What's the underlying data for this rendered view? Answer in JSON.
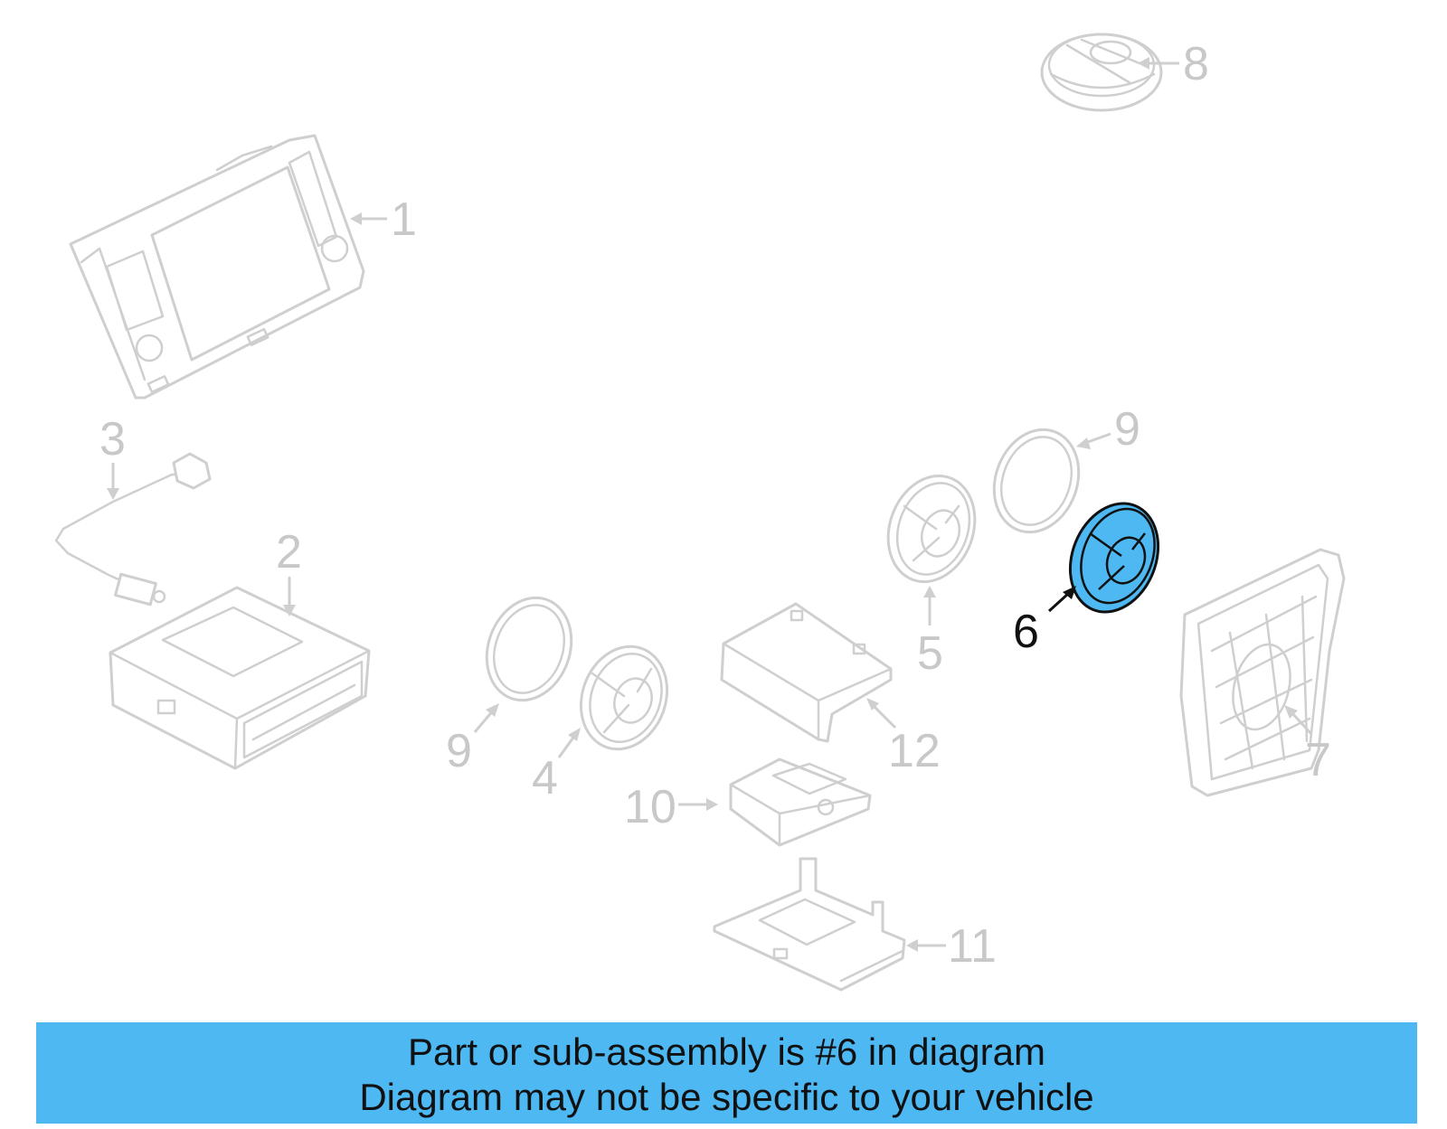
{
  "diagram": {
    "highlight_color": "#4db8f2",
    "muted_color": "#cfcfcf",
    "callouts": {
      "c1": "1",
      "c2": "2",
      "c3": "3",
      "c4": "4",
      "c5": "5",
      "c6": "6",
      "c7": "7",
      "c8": "8",
      "c9a": "9",
      "c9b": "9",
      "c10": "10",
      "c11": "11",
      "c12": "12"
    },
    "highlighted_callout": "6"
  },
  "banner": {
    "line1": "Part or sub-assembly is #6 in diagram",
    "line2": "Diagram may not be specific to your vehicle"
  }
}
